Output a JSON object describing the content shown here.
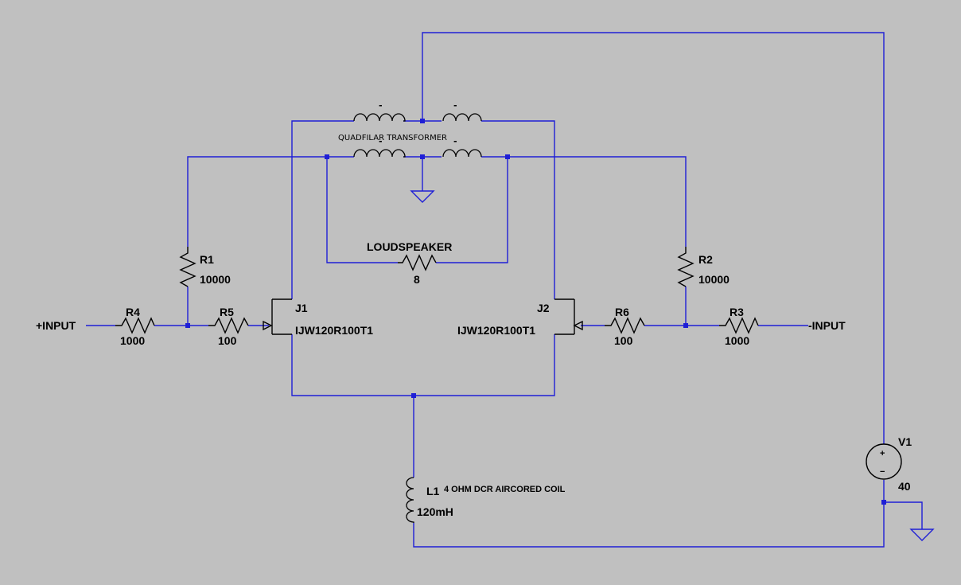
{
  "colors": {
    "background": "#c0c0c0",
    "wire": "#1f1fd6",
    "component": "#000000"
  },
  "labels": {
    "transformer": "QUADFILAR TRANSFORMER",
    "speaker_name": "LOUDSPEAKER",
    "speaker_value": "8",
    "r1_name": "R1",
    "r1_value": "10000",
    "r2_name": "R2",
    "r2_value": "10000",
    "r3_name": "R3",
    "r3_value": "1000",
    "r4_name": "R4",
    "r4_value": "1000",
    "r5_name": "R5",
    "r5_value": "100",
    "r6_name": "R6",
    "r6_value": "100",
    "j1_name": "J1",
    "j1_model": "IJW120R100T1",
    "j2_name": "J2",
    "j2_model": "IJW120R100T1",
    "l1_name": "L1",
    "l1_value": "120mH",
    "l1_note": "4 OHM DCR AIRCORED COIL",
    "v1_name": "V1",
    "v1_value": "40",
    "in_pos": "+INPUT",
    "in_neg": "-INPUT",
    "polarity_mark": "-",
    "plus_sign": "+",
    "minus_sign": "−"
  }
}
